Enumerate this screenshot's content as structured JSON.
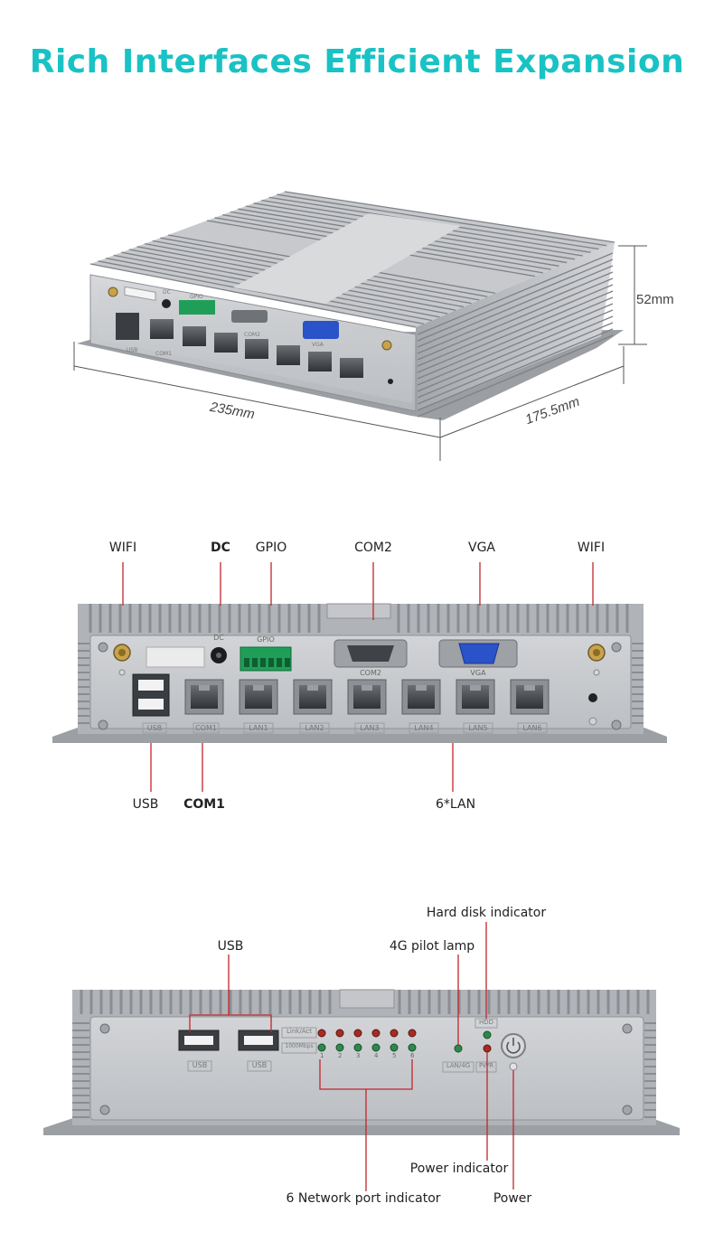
{
  "title": "Rich Interfaces Efficient Expansion",
  "dimensions": {
    "width": "235mm",
    "depth": "175.5mm",
    "height": "52mm"
  },
  "front_panel": {
    "top_labels": [
      "WIFI",
      "DC",
      "GPIO",
      "COM2",
      "VGA",
      "WIFI"
    ],
    "bottom_labels": [
      "USB",
      "COM1",
      "6*LAN"
    ],
    "port_silk": {
      "dc": "DC",
      "gpio": "GPIO",
      "com2": "COM2",
      "vga": "VGA",
      "usb": "USB",
      "com1": "COM1",
      "lans": [
        "LAN1",
        "LAN2",
        "LAN3",
        "LAN4",
        "LAN5",
        "LAN6"
      ]
    }
  },
  "rear_panel": {
    "labels": {
      "usb": "USB",
      "hdd": "Hard disk indicator",
      "pilot_4g": "4G pilot lamp",
      "power_ind": "Power indicator",
      "net_ind": "6 Network port indicator",
      "power": "Power"
    },
    "silk": {
      "usb1": "USB",
      "usb2": "USB",
      "link_act": "Link/Act",
      "mbps": "1000Mbps",
      "port_numbers": [
        "1",
        "2",
        "3",
        "4",
        "5",
        "6"
      ],
      "hdd": "HDD",
      "lan4g": "LAN/4G",
      "pwr": "PWR"
    }
  },
  "colors": {
    "title": "#19c2c4",
    "chassis": "#b9bcc0",
    "panel": "#c8cacd",
    "leader_line": "#c0262d",
    "vga_blue": "#2a52c9",
    "gpio_green": "#1f9e57"
  }
}
